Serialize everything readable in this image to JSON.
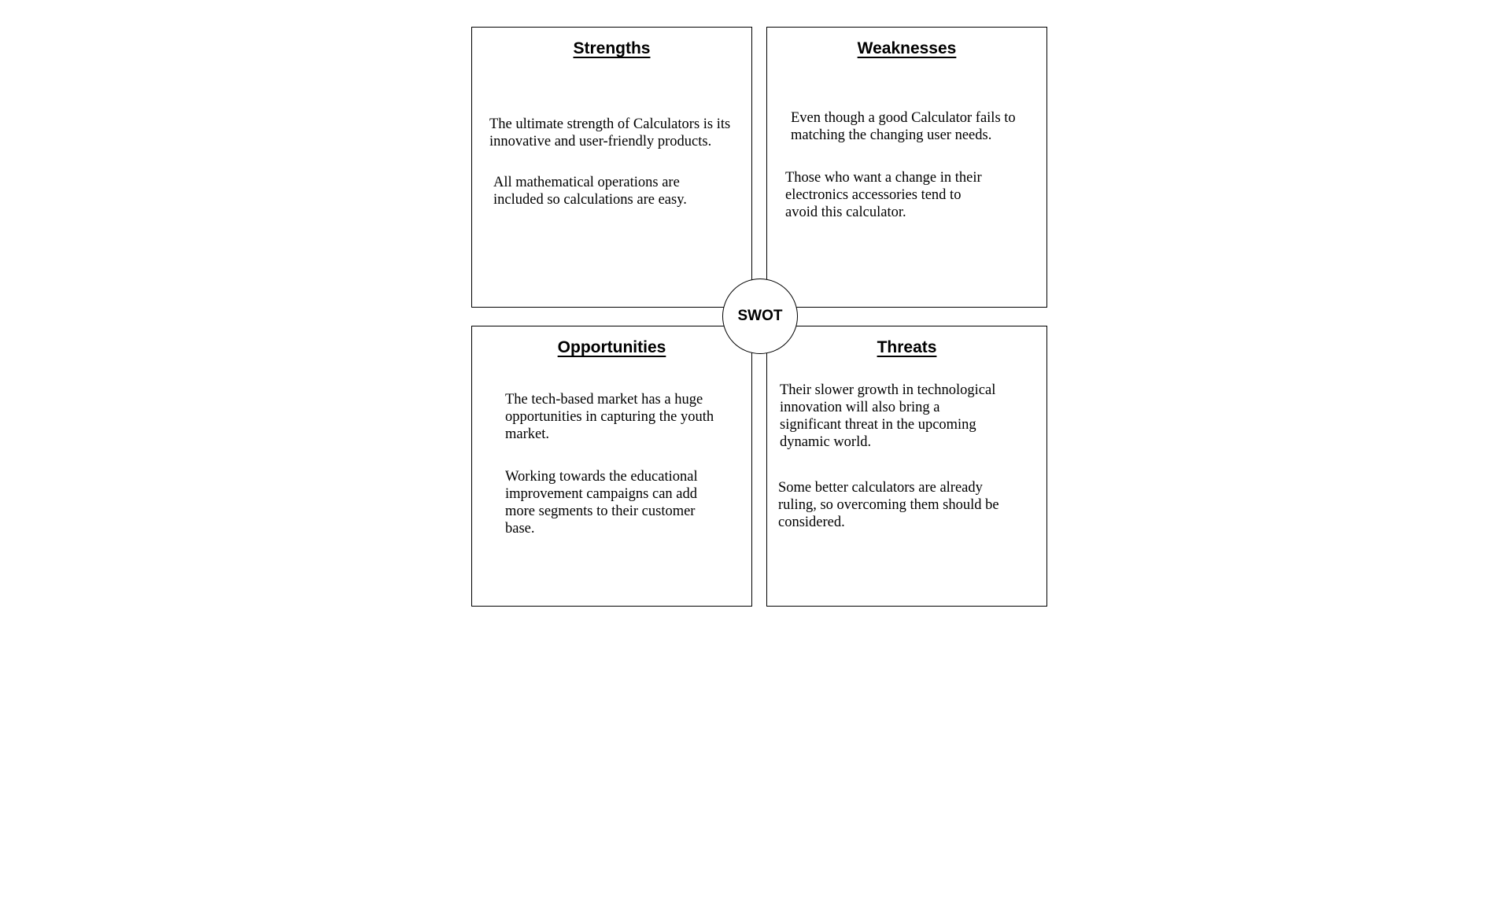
{
  "swot": {
    "center_label": "SWOT",
    "strengths": {
      "title": "Strengths",
      "points": [
        "The ultimate strength of Calculators is its\ninnovative and user-friendly products.",
        "All mathematical operations are\nincluded so calculations are easy."
      ]
    },
    "weaknesses": {
      "title": "Weaknesses",
      "points": [
        "Even though a good Calculator fails to\nmatching the changing user needs.",
        "Those who want a change in their\nelectronics accessories tend to\navoid this calculator."
      ]
    },
    "opportunities": {
      "title": "Opportunities",
      "points": [
        "The tech-based market has a huge\nopportunities in capturing the youth\nmarket.",
        "Working towards the educational\nimprovement campaigns can add\nmore segments to their customer\nbase."
      ]
    },
    "threats": {
      "title": "Threats",
      "points": [
        "Their slower growth in technological\ninnovation will also bring a\nsignificant threat in the upcoming\ndynamic world.",
        "Some better calculators are already\nruling, so overcoming them should be\nconsidered."
      ]
    }
  }
}
